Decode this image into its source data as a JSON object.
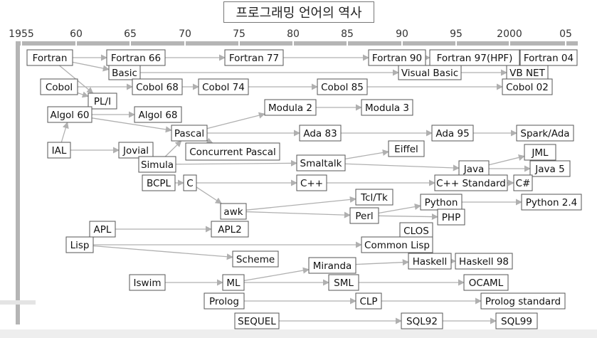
{
  "title": "프로그래밍 언어의 역사",
  "years": [
    "1955",
    "60",
    "65",
    "70",
    "75",
    "80",
    "85",
    "90",
    "95",
    "2000",
    "05"
  ],
  "nodes": [
    {
      "id": "fortran",
      "label": "Fortran"
    },
    {
      "id": "fortran66",
      "label": "Fortran 66"
    },
    {
      "id": "fortran77",
      "label": "Fortran 77"
    },
    {
      "id": "fortran90",
      "label": "Fortran 90"
    },
    {
      "id": "fortran97",
      "label": "Fortran 97(HPF)"
    },
    {
      "id": "fortran04",
      "label": "Fortran 04"
    },
    {
      "id": "basic",
      "label": "Basic"
    },
    {
      "id": "visualbasic",
      "label": "Visual Basic"
    },
    {
      "id": "vbnet",
      "label": "VB NET"
    },
    {
      "id": "cobol",
      "label": "Cobol"
    },
    {
      "id": "cobol68",
      "label": "Cobol 68"
    },
    {
      "id": "cobol74",
      "label": "Cobol 74"
    },
    {
      "id": "cobol85",
      "label": "Cobol 85"
    },
    {
      "id": "cobol02",
      "label": "Cobol 02"
    },
    {
      "id": "pli",
      "label": "PL/I"
    },
    {
      "id": "algol60",
      "label": "Algol 60"
    },
    {
      "id": "algol68",
      "label": "Algol 68"
    },
    {
      "id": "modula2",
      "label": "Modula 2"
    },
    {
      "id": "modula3",
      "label": "Modula 3"
    },
    {
      "id": "pascal",
      "label": "Pascal"
    },
    {
      "id": "ada83",
      "label": "Ada 83"
    },
    {
      "id": "ada95",
      "label": "Ada 95"
    },
    {
      "id": "sparkada",
      "label": "Spark/Ada"
    },
    {
      "id": "ial",
      "label": "IAL"
    },
    {
      "id": "jovial",
      "label": "Jovial"
    },
    {
      "id": "concpascal",
      "label": "Concurrent Pascal"
    },
    {
      "id": "eiffel",
      "label": "Eiffel"
    },
    {
      "id": "jml",
      "label": "JML"
    },
    {
      "id": "simula",
      "label": "Simula"
    },
    {
      "id": "smalltalk",
      "label": "Smaltalk"
    },
    {
      "id": "java",
      "label": "Java"
    },
    {
      "id": "java5",
      "label": "Java 5"
    },
    {
      "id": "bcpl",
      "label": "BCPL"
    },
    {
      "id": "c",
      "label": "C"
    },
    {
      "id": "cpp",
      "label": "C++"
    },
    {
      "id": "cppstd",
      "label": "C++ Standard"
    },
    {
      "id": "csharp",
      "label": "C#"
    },
    {
      "id": "tcltk",
      "label": "Tcl/Tk"
    },
    {
      "id": "awk",
      "label": "awk"
    },
    {
      "id": "python",
      "label": "Python"
    },
    {
      "id": "python24",
      "label": "Python 2.4"
    },
    {
      "id": "perl",
      "label": "Perl"
    },
    {
      "id": "php",
      "label": "PHP"
    },
    {
      "id": "apl",
      "label": "APL"
    },
    {
      "id": "apl2",
      "label": "APL2"
    },
    {
      "id": "clos",
      "label": "CLOS"
    },
    {
      "id": "lisp",
      "label": "Lisp"
    },
    {
      "id": "commonlisp",
      "label": "Common Lisp"
    },
    {
      "id": "scheme",
      "label": "Scheme"
    },
    {
      "id": "miranda",
      "label": "Miranda"
    },
    {
      "id": "haskell",
      "label": "Haskell"
    },
    {
      "id": "haskell98",
      "label": "Haskell 98"
    },
    {
      "id": "iswim",
      "label": "Iswim"
    },
    {
      "id": "ml",
      "label": "ML"
    },
    {
      "id": "sml",
      "label": "SML"
    },
    {
      "id": "ocaml",
      "label": "OCAML"
    },
    {
      "id": "prolog",
      "label": "Prolog"
    },
    {
      "id": "clp",
      "label": "CLP"
    },
    {
      "id": "prologstd",
      "label": "Prolog standard"
    },
    {
      "id": "sequel",
      "label": "SEQUEL"
    },
    {
      "id": "sql92",
      "label": "SQL92"
    },
    {
      "id": "sql99",
      "label": "SQL99"
    }
  ],
  "edges": [
    [
      "fortran",
      "fortran66"
    ],
    [
      "fortran66",
      "fortran77"
    ],
    [
      "fortran77",
      "fortran90"
    ],
    [
      "fortran90",
      "fortran97"
    ],
    [
      "fortran97",
      "fortran04"
    ],
    [
      "fortran",
      "pli"
    ],
    [
      "fortran",
      "basic"
    ],
    [
      "basic",
      "visualbasic"
    ],
    [
      "visualbasic",
      "vbnet"
    ],
    [
      "cobol",
      "cobol68"
    ],
    [
      "cobol68",
      "cobol74"
    ],
    [
      "cobol74",
      "cobol85"
    ],
    [
      "cobol85",
      "cobol02"
    ],
    [
      "cobol",
      "pli"
    ],
    [
      "algol60",
      "pli"
    ],
    [
      "algol60",
      "algol68"
    ],
    [
      "algol60",
      "pascal"
    ],
    [
      "pascal",
      "modula2"
    ],
    [
      "modula2",
      "modula3"
    ],
    [
      "pascal",
      "ada83"
    ],
    [
      "ada83",
      "ada95"
    ],
    [
      "ada95",
      "sparkada"
    ],
    [
      "pascal",
      "concpascal"
    ],
    [
      "ial",
      "algol60"
    ],
    [
      "ial",
      "jovial"
    ],
    [
      "simula",
      "pascal"
    ],
    [
      "simula",
      "smalltalk"
    ],
    [
      "smalltalk",
      "eiffel"
    ],
    [
      "smalltalk",
      "java"
    ],
    [
      "cppstd",
      "java"
    ],
    [
      "java",
      "jml"
    ],
    [
      "java",
      "java5"
    ],
    [
      "bcpl",
      "c"
    ],
    [
      "c",
      "cpp"
    ],
    [
      "cpp",
      "cppstd"
    ],
    [
      "cppstd",
      "csharp"
    ],
    [
      "c",
      "awk"
    ],
    [
      "awk",
      "tcltk"
    ],
    [
      "awk",
      "perl"
    ],
    [
      "perl",
      "python"
    ],
    [
      "perl",
      "php"
    ],
    [
      "python",
      "python24"
    ],
    [
      "apl",
      "apl2"
    ],
    [
      "lisp",
      "commonlisp"
    ],
    [
      "commonlisp",
      "clos"
    ],
    [
      "lisp",
      "scheme"
    ],
    [
      "iswim",
      "ml"
    ],
    [
      "ml",
      "miranda"
    ],
    [
      "ml",
      "sml"
    ],
    [
      "miranda",
      "haskell"
    ],
    [
      "haskell",
      "haskell98"
    ],
    [
      "sml",
      "ocaml"
    ],
    [
      "prolog",
      "clp"
    ],
    [
      "clp",
      "prologstd"
    ],
    [
      "sequel",
      "sql92"
    ],
    [
      "sql92",
      "sql99"
    ]
  ]
}
